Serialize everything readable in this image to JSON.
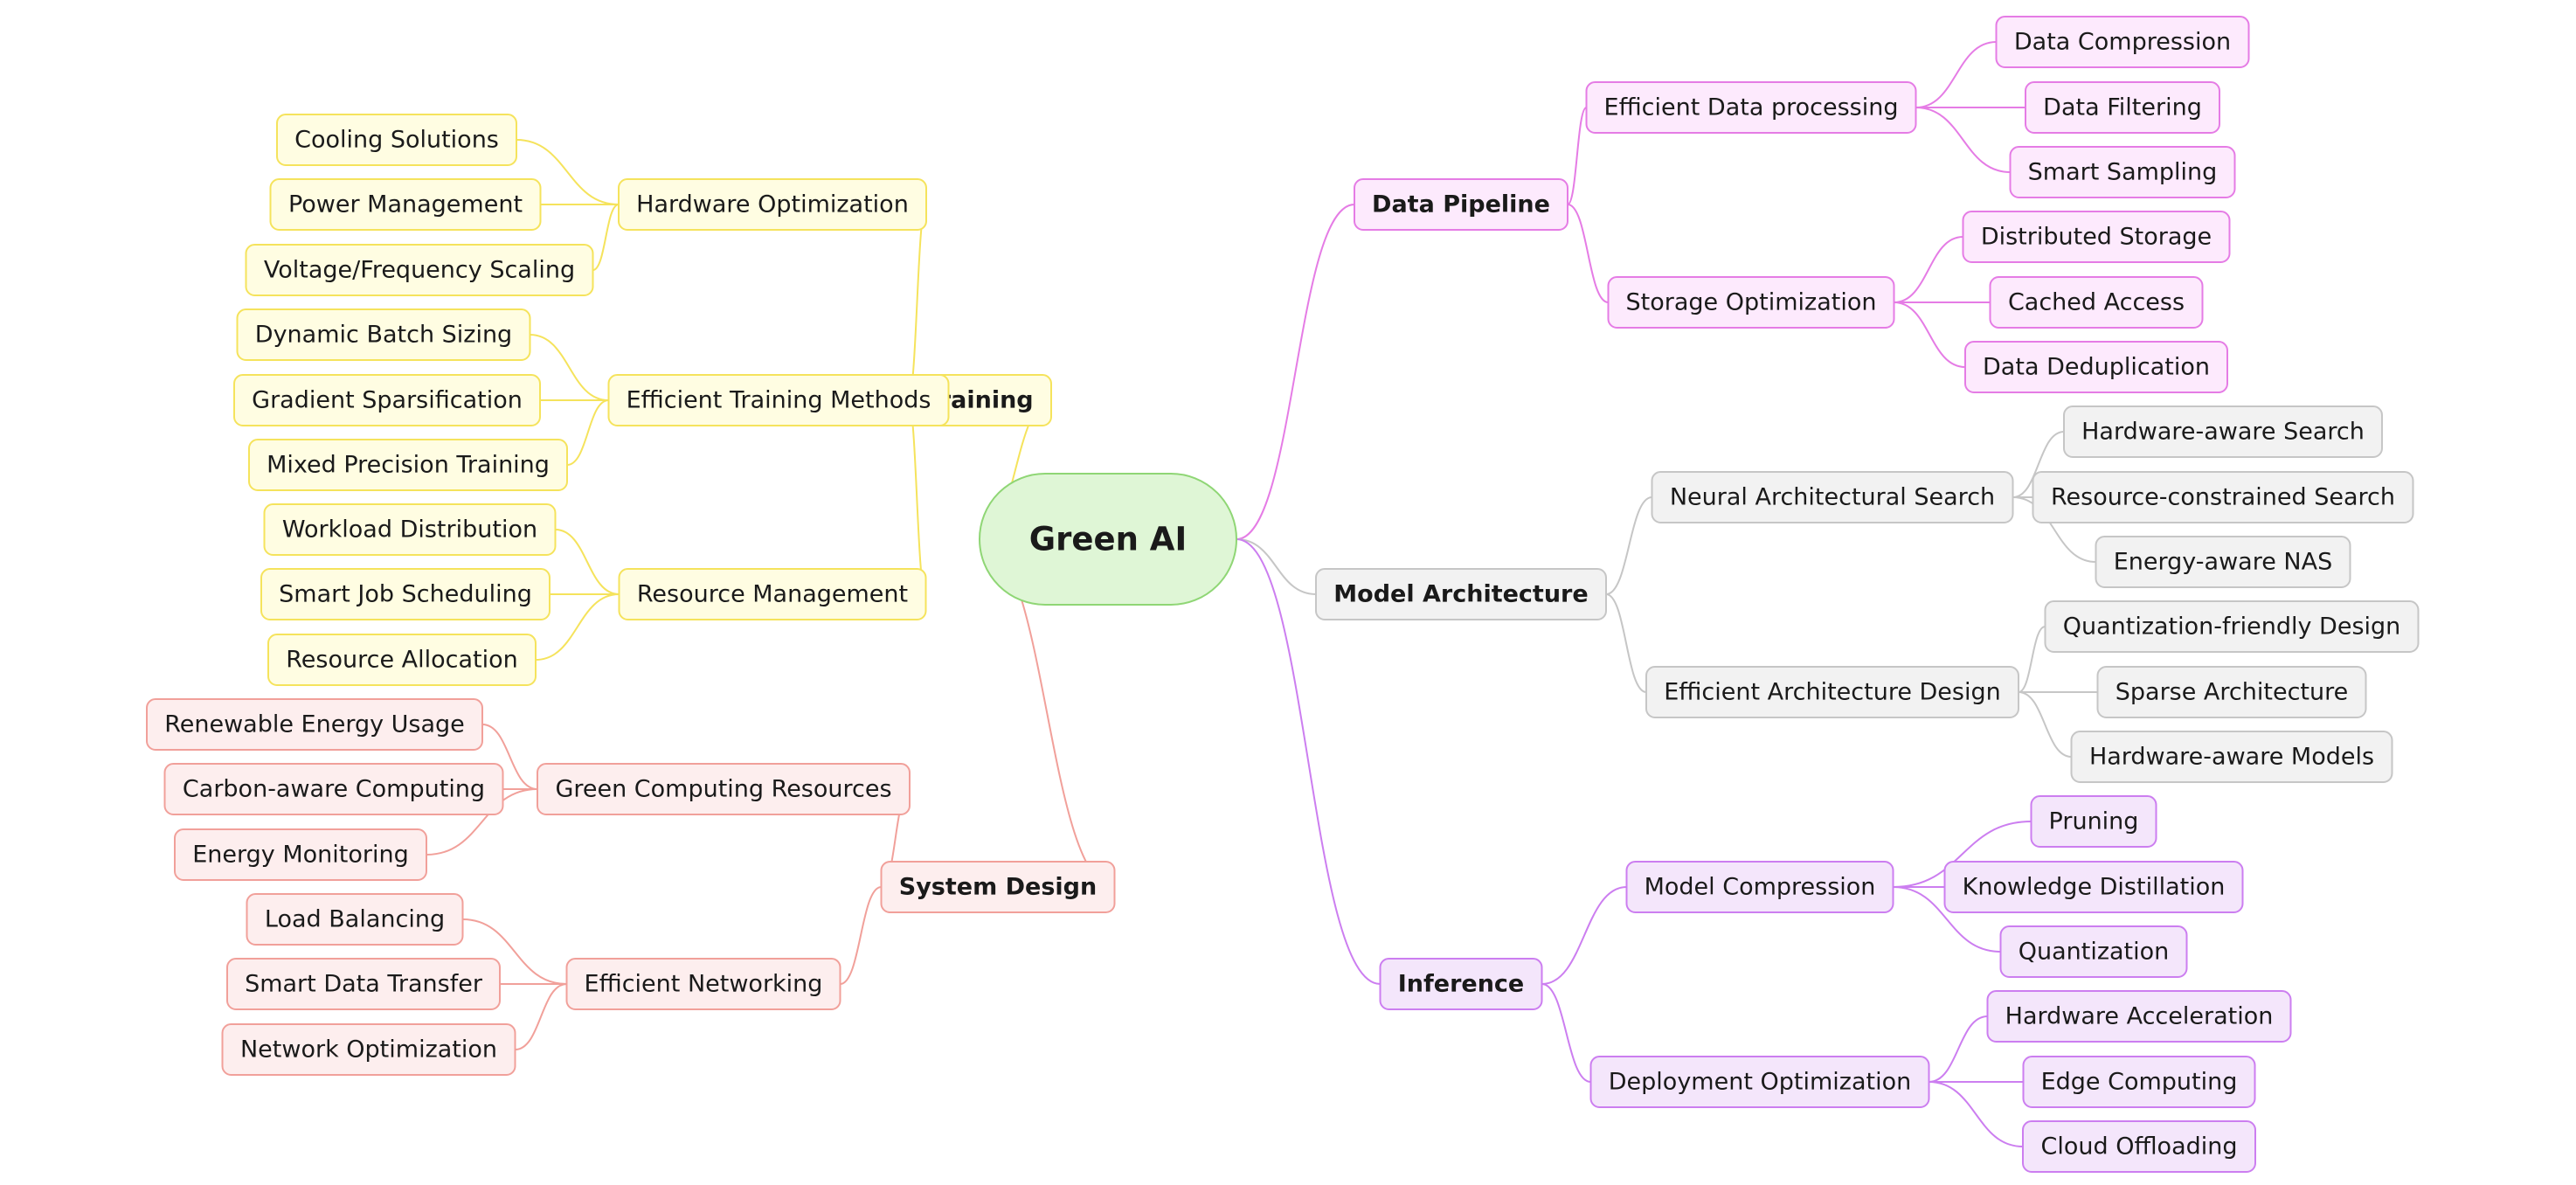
{
  "root": {
    "label": "Green AI",
    "fill": "#dff6d6",
    "stroke": "#8fd675",
    "text_color": "#2e7d32"
  },
  "colors": {
    "yellow": {
      "fill": "#fffde2",
      "stroke": "#f5e35c",
      "link": "#f5e35c"
    },
    "red": {
      "fill": "#fdeeee",
      "stroke": "#f1a09a",
      "link": "#f1a09a"
    },
    "magenta": {
      "fill": "#fdeafd",
      "stroke": "#e57ce5",
      "link": "#e57ce5"
    },
    "gray": {
      "fill": "#f2f2f2",
      "stroke": "#c6c6c6",
      "link": "#c6c6c6"
    },
    "purple": {
      "fill": "#f4e6fb",
      "stroke": "#cc7ef0",
      "link": "#cc7ef0"
    }
  },
  "branches": [
    {
      "label": "Data Pipeline",
      "color": "magenta",
      "children": [
        {
          "label": "Efficient Data processing",
          "children": [
            {
              "label": "Data Compression"
            },
            {
              "label": "Data Filtering"
            },
            {
              "label": "Smart Sampling"
            }
          ]
        },
        {
          "label": "Storage Optimization",
          "children": [
            {
              "label": "Distributed Storage"
            },
            {
              "label": "Cached Access"
            },
            {
              "label": "Data Deduplication"
            }
          ]
        }
      ]
    },
    {
      "label": "Model Architecture",
      "color": "gray",
      "children": [
        {
          "label": "Neural Architectural Search",
          "children": [
            {
              "label": "Hardware-aware Search"
            },
            {
              "label": "Resource-constrained Search"
            },
            {
              "label": "Energy-aware NAS"
            }
          ]
        },
        {
          "label": "Efficient Architecture Design",
          "children": [
            {
              "label": "Quantization-friendly Design"
            },
            {
              "label": "Sparse Architecture"
            },
            {
              "label": "Hardware-aware Models"
            }
          ]
        }
      ]
    },
    {
      "label": "Inference",
      "color": "purple",
      "children": [
        {
          "label": "Model Compression",
          "children": [
            {
              "label": "Pruning"
            },
            {
              "label": "Knowledge Distillation"
            },
            {
              "label": "Quantization"
            }
          ]
        },
        {
          "label": "Deployment Optimization",
          "children": [
            {
              "label": "Hardware Acceleration"
            },
            {
              "label": "Edge Computing"
            },
            {
              "label": "Cloud Offloading"
            }
          ]
        }
      ]
    },
    {
      "label": "Training",
      "color": "yellow",
      "children": [
        {
          "label": "Hardware Optimization",
          "children": [
            {
              "label": "Cooling Solutions"
            },
            {
              "label": "Power Management"
            },
            {
              "label": "Voltage/Frequency Scaling"
            }
          ]
        },
        {
          "label": "Efficient Training Methods",
          "children": [
            {
              "label": "Dynamic Batch Sizing"
            },
            {
              "label": "Gradient Sparsification"
            },
            {
              "label": "Mixed Precision Training"
            }
          ]
        },
        {
          "label": "Resource Management",
          "children": [
            {
              "label": "Workload Distribution"
            },
            {
              "label": "Smart Job Scheduling"
            },
            {
              "label": "Resource Allocation"
            }
          ]
        }
      ]
    },
    {
      "label": "System Design",
      "color": "red",
      "children": [
        {
          "label": "Green Computing Resources",
          "children": [
            {
              "label": "Renewable Energy Usage"
            },
            {
              "label": "Carbon-aware Computing"
            },
            {
              "label": "Energy Monitoring"
            }
          ]
        },
        {
          "label": "Efficient Networking",
          "children": [
            {
              "label": "Load Balancing"
            },
            {
              "label": "Smart Data Transfer"
            },
            {
              "label": "Network Optimization"
            }
          ]
        }
      ]
    }
  ]
}
